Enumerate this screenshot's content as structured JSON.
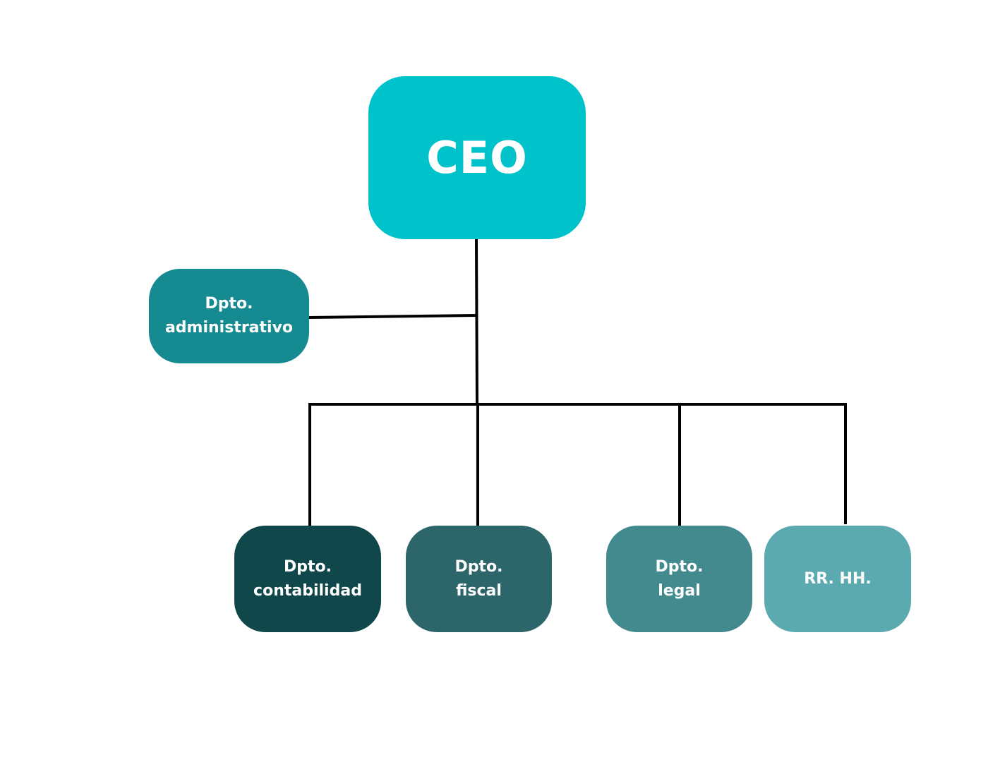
{
  "chart": {
    "root": {
      "label": "CEO",
      "color": "#00C2CB"
    },
    "side": {
      "line1": "Dpto.",
      "line2": "administrativo",
      "color": "#168A91"
    },
    "departments": [
      {
        "line1": "Dpto.",
        "line2": "contabilidad",
        "color": "#10474A"
      },
      {
        "line1": "Dpto.",
        "line2": "fiscal",
        "color": "#2C666A"
      },
      {
        "line1": "Dpto.",
        "line2": "legal",
        "color": "#438A8E"
      },
      {
        "line1": "RR. HH.",
        "line2": "",
        "color": "#5BAAAF"
      }
    ],
    "connector_color": "#000000"
  }
}
